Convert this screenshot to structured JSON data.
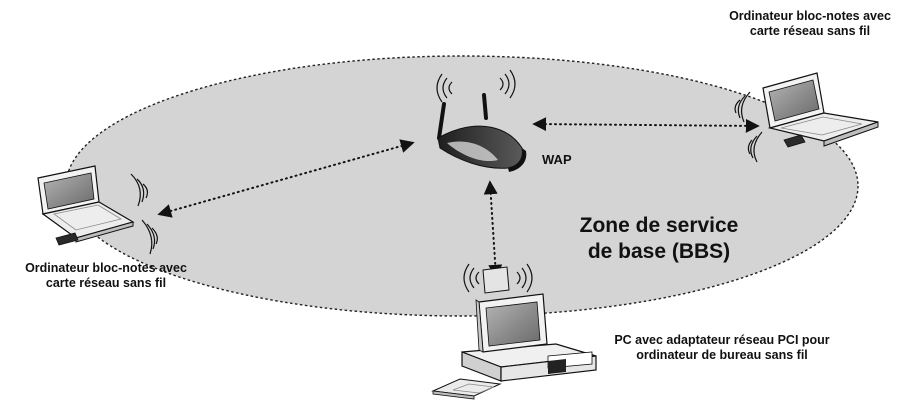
{
  "labels": {
    "laptop_right": [
      "Ordinateur bloc-notes avec",
      "carte réseau sans fil"
    ],
    "laptop_left": [
      "Ordinateur bloc-notes avec",
      "carte réseau sans fil"
    ],
    "desktop_pc": [
      "PC avec adaptateur réseau PCI pour",
      "ordinateur de bureau sans fil"
    ],
    "access_point": "WAP",
    "service_area": [
      "Zone de service",
      "de base (BBS)"
    ]
  },
  "colors": {
    "zone_fill": "#d4d4d4",
    "zone_border": "#222222",
    "device_fill": "#f2f2f2",
    "screen_fill": "#8c8c8c",
    "access_point_body": "#3a3a3a"
  },
  "icons": [
    "wifi-signal-icon",
    "laptop-icon",
    "desktop-pc-icon",
    "wireless-access-point-icon",
    "bidirectional-arrow-icon"
  ]
}
